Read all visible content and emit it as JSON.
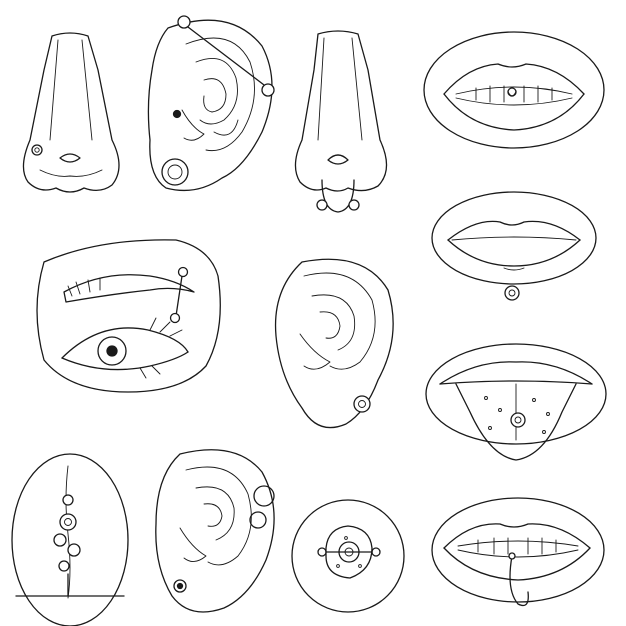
{
  "illustration": {
    "style": "black outline line-art, white background",
    "ink_color": "#1a1a1a",
    "background_color": "#ffffff",
    "items": [
      {
        "name": "nose-side-piercing"
      },
      {
        "name": "ear-industrial-piercing"
      },
      {
        "name": "nose-septum-ring"
      },
      {
        "name": "lip-frenulum-piercing"
      },
      {
        "name": "eyebrow-piercing"
      },
      {
        "name": "lower-lip-piercing"
      },
      {
        "name": "ear-lobe-piercing"
      },
      {
        "name": "tongue-piercing"
      },
      {
        "name": "navel-piercing"
      },
      {
        "name": "ear-helix-ring"
      },
      {
        "name": "nipple-piercing"
      },
      {
        "name": "lip-ring-piercing"
      }
    ]
  }
}
